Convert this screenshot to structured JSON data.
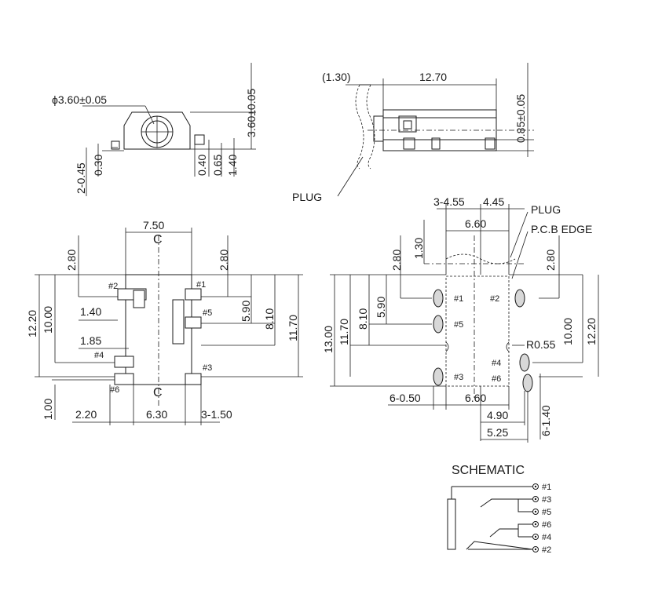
{
  "labels": {
    "diameter": "ϕ3.60±0.05",
    "side_height": "3.60±0.05",
    "dim_2_045": "2-0.45",
    "dim_030": "0.30",
    "dim_040": "0.40",
    "dim_065": "0.65",
    "dim_140_top": "1.40",
    "dim_130_paren": "(1.30)",
    "dim_1270": "12.70",
    "dim_085": "0.85±0.05",
    "plug_top": "PLUG",
    "dim_750": "7.50",
    "cl_top": "C",
    "cl_bottom": "C",
    "left_280a": "2.80",
    "left_280b": "2.80",
    "left_1220": "12.20",
    "left_1000": "10.00",
    "left_140": "1.40",
    "left_185": "1.85",
    "left_590": "5.90",
    "left_810": "8.10",
    "left_1170": "11.70",
    "left_100": "1.00",
    "left_220": "2.20",
    "left_630": "6.30",
    "left_3_150": "3-1.50",
    "pin1": "#1",
    "pin2": "#2",
    "pin3": "#3",
    "pin4": "#4",
    "pin5": "#5",
    "pin6": "#6",
    "right_3_455": "3-4.55",
    "right_445": "4.45",
    "right_plug": "PLUG",
    "right_pcb": "P.C.B EDGE",
    "right_660_top": "6.60",
    "right_130": "1.30",
    "right_280a": "2.80",
    "right_280b": "2.80",
    "right_1300": "13.00",
    "right_1170": "11.70",
    "right_810": "8.10",
    "right_590": "5.90",
    "right_r055": "R0.55",
    "right_1000": "10.00",
    "right_1220": "12.20",
    "right_6_050": "6-0.50",
    "right_660_bot": "6.60",
    "right_490": "4.90",
    "right_525": "5.25",
    "right_6_140": "6-1.40",
    "schematic_title": "SCHEMATIC",
    "sch_pins": [
      "#1",
      "#3",
      "#5",
      "#6",
      "#4",
      "#2"
    ]
  }
}
